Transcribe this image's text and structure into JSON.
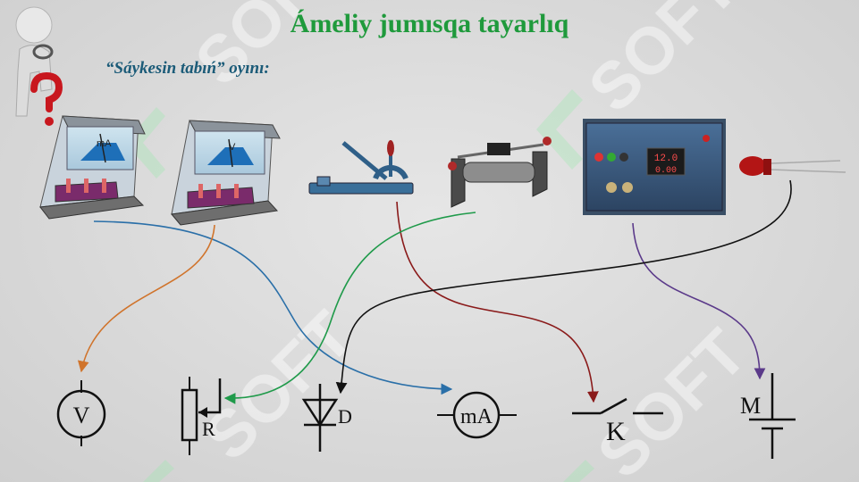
{
  "slide": {
    "title": "Ámeliy jumısqa tayarlıq",
    "subtitle": "“Sáykesin tabıń” oyını:"
  },
  "devices": [
    {
      "id": "ammeter",
      "scale_label": "mA"
    },
    {
      "id": "voltmeter",
      "scale_label": "V"
    },
    {
      "id": "knife-switch"
    },
    {
      "id": "rheostat"
    },
    {
      "id": "power-supply",
      "display_top": "12.0",
      "display_bottom": "0.00"
    },
    {
      "id": "led"
    }
  ],
  "symbols": {
    "voltmeter": "V",
    "rheostat": "R",
    "diode": "D",
    "milliammeter": "mA",
    "switch": "K",
    "battery": "M"
  },
  "connections": [
    {
      "from": "ammeter",
      "to": "milliammeter",
      "color": "#2a6fa8"
    },
    {
      "from": "voltmeter",
      "to": "voltmeter",
      "color": "#d0742c"
    },
    {
      "from": "knife-switch",
      "to": "switch",
      "color": "#8a1a1a"
    },
    {
      "from": "rheostat",
      "to": "rheostat",
      "color": "#1f9a4a"
    },
    {
      "from": "power-supply",
      "to": "battery",
      "color": "#5b3a8a"
    },
    {
      "from": "led",
      "to": "diode",
      "color": "#111111"
    }
  ],
  "colors": {
    "title": "#1f9a3c",
    "subtitle": "#1b5b78",
    "watermark": "#ffffff"
  }
}
